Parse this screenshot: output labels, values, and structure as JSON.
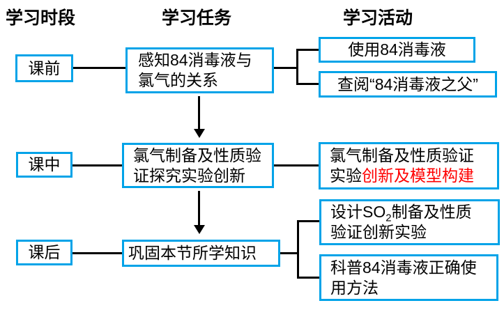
{
  "colors": {
    "accent_blue": "#00A3E8",
    "highlight_red": "#FF0000",
    "line_black": "#000000"
  },
  "headers": {
    "stage": "学习时段",
    "task": "学习任务",
    "activity": "学习活动"
  },
  "stages": {
    "pre": "课前",
    "during": "课中",
    "post": "课后"
  },
  "tasks": {
    "task1": {
      "line1": "感知84消毒液与",
      "line2": "氯气的关系"
    },
    "task2": {
      "line1": "氯气制备及性质验",
      "line2": "证探究实验创新"
    },
    "task3": {
      "line1": "巩固本节所学知识"
    }
  },
  "activities": {
    "act1a": {
      "line1": "使用84消毒液"
    },
    "act1b": {
      "line1": "查阅“84消毒液之父”"
    },
    "act2": {
      "line1": "氯气制备及性质验证",
      "line2_black": "实验",
      "line2_red": "创新及模型构建"
    },
    "act3a": {
      "line1_pre": "设计SO",
      "line1_sub": "2",
      "line1_post": "制备及性质",
      "line2": "验证创新实验"
    },
    "act3b": {
      "line1": "科普84消毒液正确使",
      "line2": "用方法"
    }
  }
}
